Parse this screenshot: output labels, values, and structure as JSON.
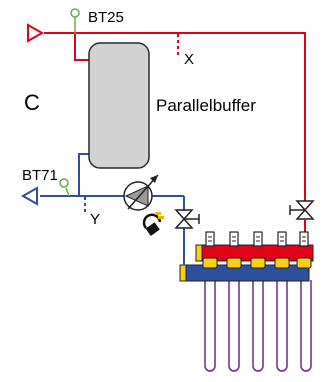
{
  "labels": {
    "bt25": "BT25",
    "bt71": "BT71",
    "x": "X",
    "y": "Y",
    "section": "C",
    "buffer": "Parallelbuffer"
  },
  "colors": {
    "supply": "#e3001b",
    "return": "#2e4f9e",
    "tank_fill": "#d3d3d3",
    "sensor": "#6aa84f",
    "manifold_red": "#e3001b",
    "manifold_blue": "#2e4f9e",
    "manifold_yellow": "#f7d117",
    "loops": "#6b2b8a"
  },
  "components": {
    "pump_icon": "circulation-pump-icon",
    "valve_icon": "shut-off-valve-icon",
    "sensor_icon": "temperature-sensor-icon",
    "manifold": "underfloor-heating-manifold",
    "loop_count": 5
  }
}
